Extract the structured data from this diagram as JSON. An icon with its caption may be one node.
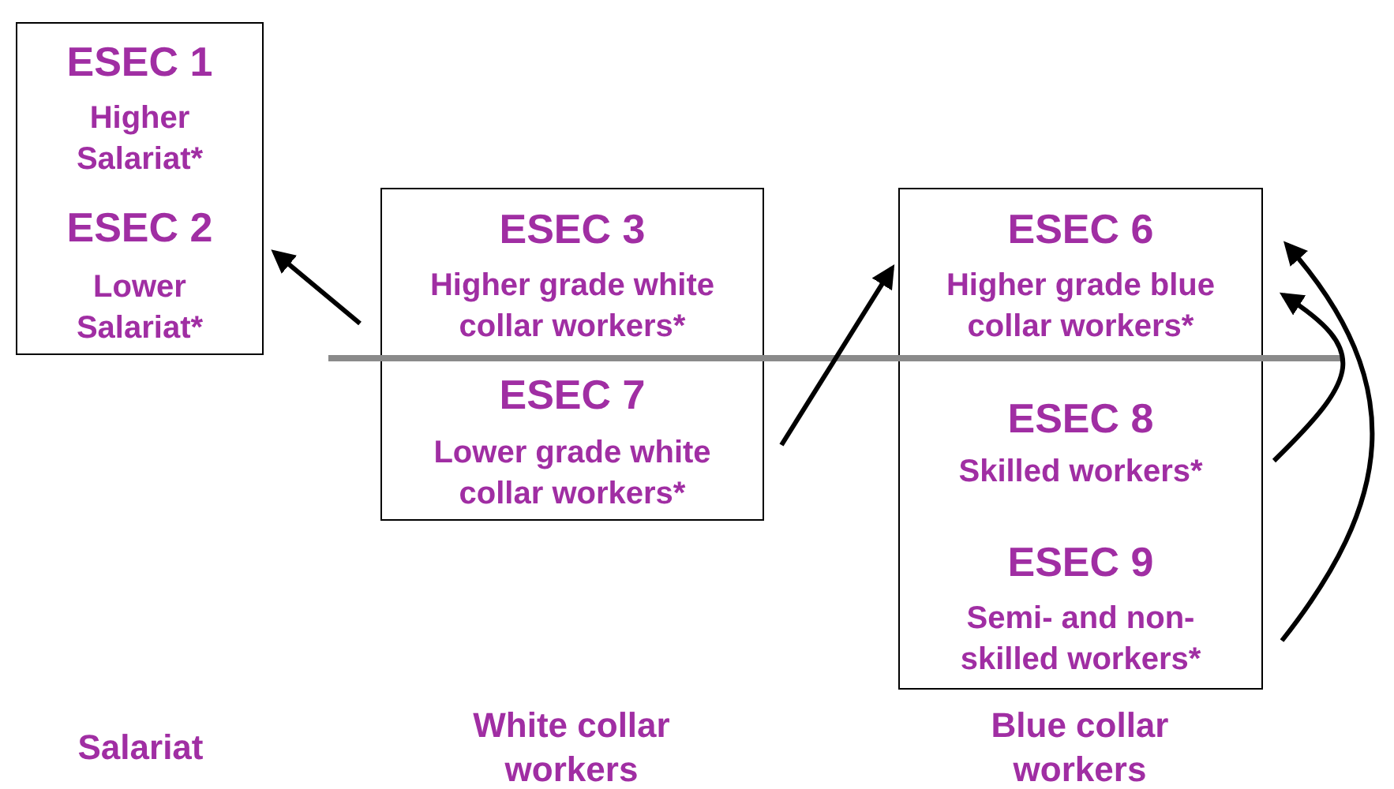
{
  "diagram": {
    "nodes": [
      {
        "text": [
          "ESEC 1",
          "Higher Salariat*",
          "ESEC 2",
          "Lower Salariat*"
        ]
      },
      {
        "text": [
          "ESEC 3",
          "Higher grade white collar workers*",
          "ESEC 7",
          "Lower grade white collar workers*"
        ]
      },
      {
        "text": [
          "ESEC 6",
          "Higher grade blue collar workers*",
          "ESEC 8",
          "Skilled workers*",
          "ESEC 9",
          "Semi- and non-skilled workers*"
        ]
      }
    ],
    "edges": [
      {
        "from": 1,
        "to": 0,
        "arrow": "to"
      },
      {
        "from": 1,
        "to": 2,
        "arrow": "to"
      },
      {
        "from": 2,
        "to": 2,
        "arrow": "to"
      },
      {
        "from": 2,
        "to": 2,
        "arrow": "to"
      }
    ],
    "labels": [
      "Salariat",
      "White collar workers",
      "Blue collar workers"
    ]
  }
}
